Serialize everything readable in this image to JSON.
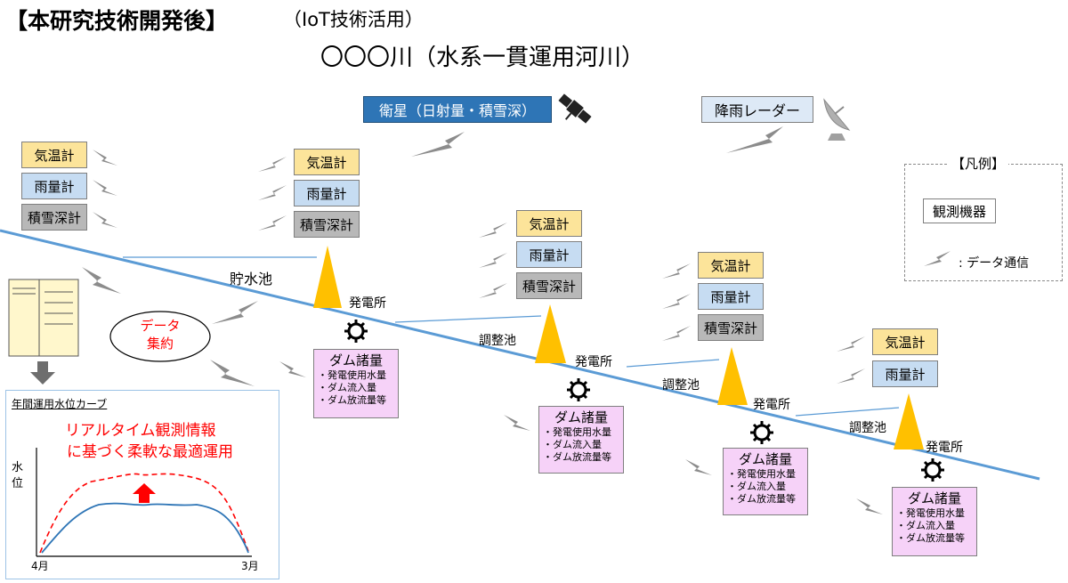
{
  "header": {
    "title": "【本研究技術開発後】",
    "subtitle": "（IoT技術活用）",
    "river": "〇〇〇川（水系一貫運用河川）"
  },
  "satellite": {
    "label": "衛星（日射量・積雪深）"
  },
  "radar": {
    "label": "降雨レーダー"
  },
  "legend": {
    "title": "【凡例】",
    "device": "観測機器",
    "comm": ": データ通信"
  },
  "sensors": {
    "temp": "気温計",
    "rain": "雨量計",
    "snow": "積雪深計"
  },
  "reservoir_label": "貯水池",
  "plant_label": "発電所",
  "pond_label": "調整池",
  "aggregate": {
    "line1": "データ",
    "line2": "集約"
  },
  "dam_info": {
    "title": "ダム諸量",
    "items": [
      "・発電使用水量",
      "・ダム流入量",
      "・ダム放流量等"
    ]
  },
  "curve": {
    "title": "年間運用水位カーブ",
    "headline1": "リアルタイム観測情報",
    "headline2": "に基づく柔軟な最適運用",
    "ylabel_1": "水",
    "ylabel_2": "位",
    "x_start": "4月",
    "x_end": "3月"
  },
  "colors": {
    "river": "#5b9bd5",
    "cone": "#ffc000",
    "headline": "#ff0000",
    "curve": "#2e75b6",
    "satellite": "#2e75b6"
  }
}
